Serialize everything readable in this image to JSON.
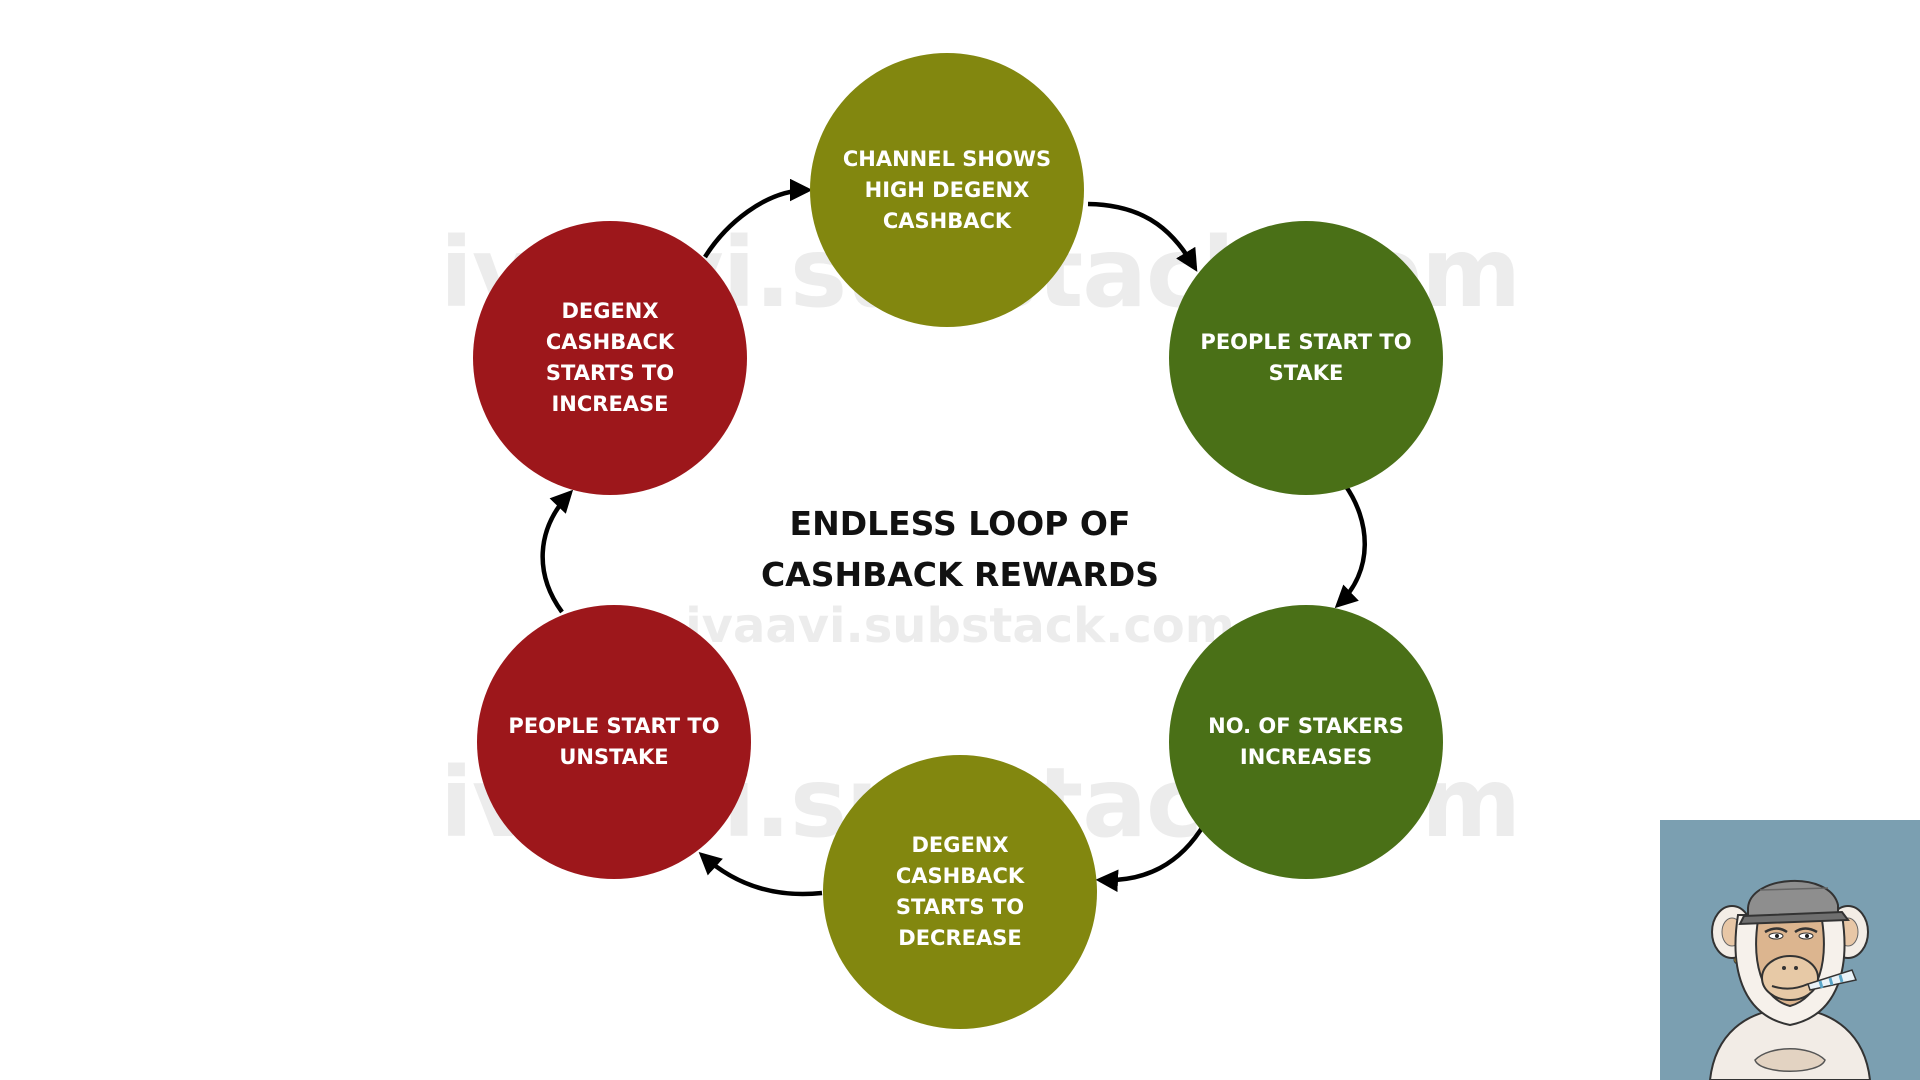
{
  "watermark": {
    "top": "ivaavi.substack.com",
    "middle": "ivaavi.substack.com",
    "bottom": "ivaavi.substack.com",
    "color": "#ececec"
  },
  "title": "ENDLESS LOOP OF\nCASHBACK REWARDS",
  "nodes": [
    {
      "label": "CHANNEL SHOWS\nHIGH DEGENX\nCASHBACK",
      "color": "#82870f"
    },
    {
      "label": "PEOPLE START TO\nSTAKE",
      "color": "#4a7017"
    },
    {
      "label": "NO. OF STAKERS\nINCREASES",
      "color": "#4a7017"
    },
    {
      "label": "DEGENX\nCASHBACK\nSTARTS TO\nDECREASE",
      "color": "#82870f"
    },
    {
      "label": "PEOPLE START TO\nUNSTAKE",
      "color": "#9d171b"
    },
    {
      "label": "DEGENX\nCASHBACK\nSTARTS TO\nINCREASE",
      "color": "#9d171b"
    }
  ],
  "arrow_color": "#000000",
  "avatar": {
    "name": "ape-avatar",
    "background": "#7b9fb1"
  }
}
